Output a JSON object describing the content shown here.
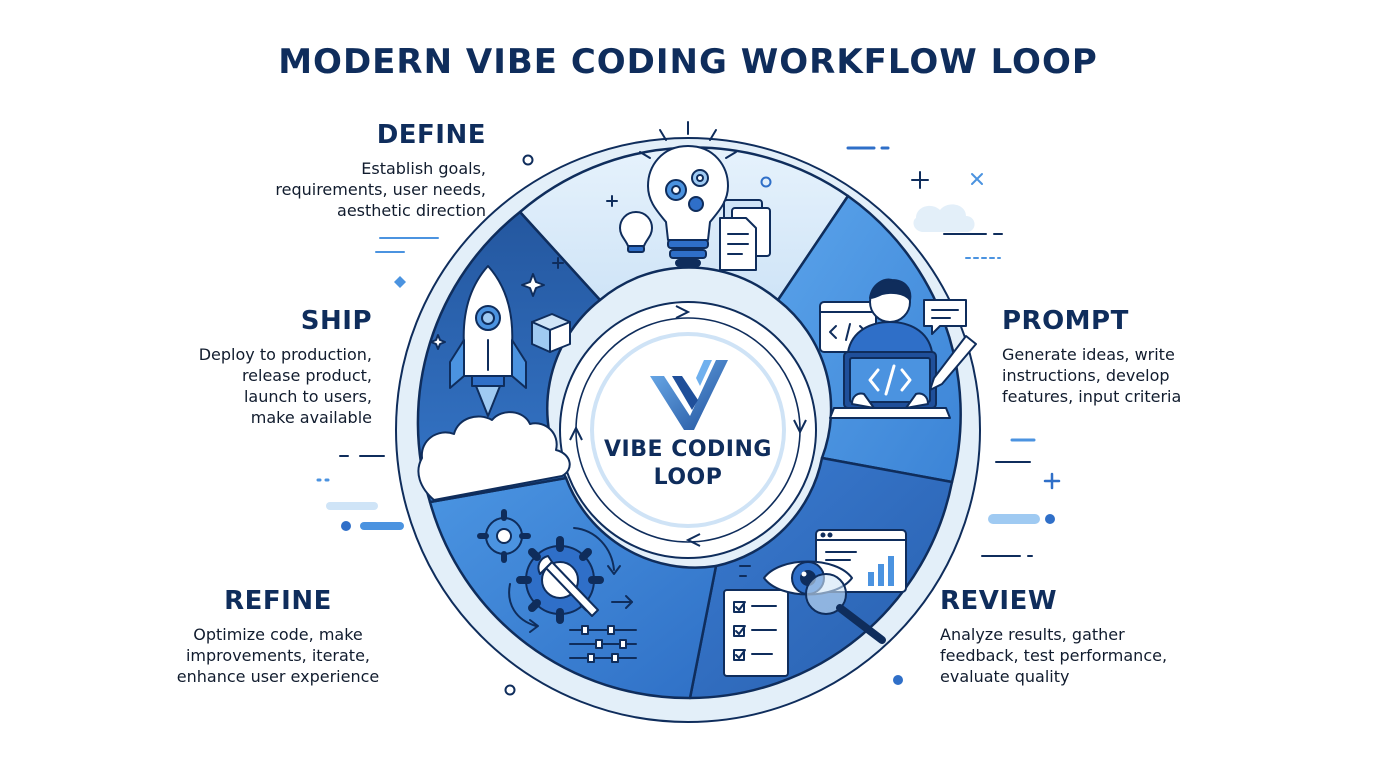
{
  "title": "MODERN VIBE CODING WORKFLOW LOOP",
  "center": {
    "label_line1": "VIBE CODING",
    "label_line2": "LOOP"
  },
  "stages": {
    "define": {
      "title": "DEFINE",
      "description": "Establish goals,\nrequirements, user needs,\naesthetic direction",
      "icon": "lightbulb-gears-icon"
    },
    "prompt": {
      "title": "PROMPT",
      "description": "Generate ideas, write\ninstructions, develop\nfeatures, input criteria",
      "icon": "developer-laptop-icon"
    },
    "review": {
      "title": "REVIEW",
      "description": "Analyze results, gather\nfeedback, test performance,\nevaluate quality",
      "icon": "eye-magnifier-icon"
    },
    "refine": {
      "title": "REFINE",
      "description": "Optimize code, make\nimprovements, iterate,\nenhance user experience",
      "icon": "gears-wrench-icon"
    },
    "ship": {
      "title": "SHIP",
      "description": "Deploy to production,\nrelease product,\nlaunch to users,\nmake available",
      "icon": "rocket-icon"
    }
  },
  "colors": {
    "navy": "#0f2d5c",
    "define_segment": "#d6e9f8",
    "prompt_segment": "#4b93e0",
    "review_segment": "#2f6fc8",
    "refine_segment": "#3f86d9",
    "ship_segment": "#2a5fae",
    "accent_light": "#9fcaf2"
  }
}
